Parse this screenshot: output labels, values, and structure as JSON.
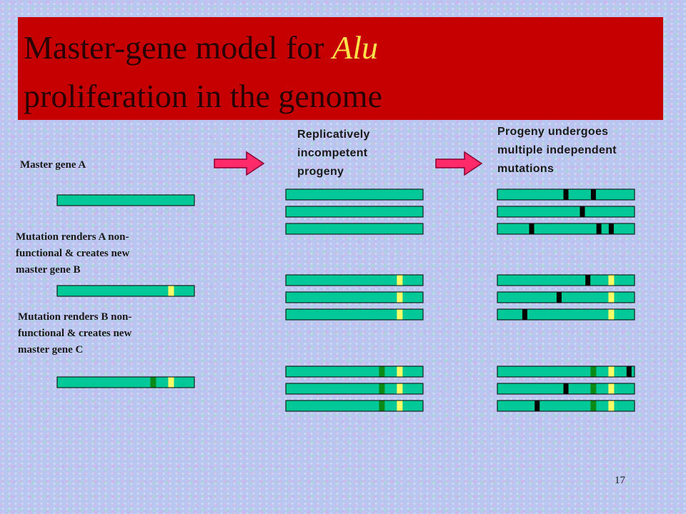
{
  "title": {
    "line1_prefix": "Master-gene model for ",
    "line1_italic": "Alu",
    "line2": "proliferation in the genome"
  },
  "labels": {
    "master_gene_a": "Master gene A",
    "mutation_b": [
      "Mutation renders A non-",
      "functional & creates new",
      "master gene B"
    ],
    "mutation_c": [
      "Mutation renders B non-",
      "functional & creates new",
      "master gene C"
    ],
    "col2_heading": [
      "Replicatively",
      "incompetent",
      "progeny"
    ],
    "col3_heading": [
      "Progeny undergoes",
      "multiple independent",
      "mutations"
    ]
  },
  "page_number": "17",
  "colors": {
    "gene": "#00c896",
    "gene_outline": "#000000",
    "mutation_b_marker": "#ffff66",
    "mutation_c_marker": "#0a8a18",
    "independent_mutation": "#000000",
    "title_background": "#c60000",
    "title_text": "#2a0000",
    "title_italic": "#ffe24a",
    "arrow": "#ff2a6a"
  },
  "legend_note": "marker kinds: B = master gene B mutation (yellow), C = master gene C mutation (green), X = independent mutation (black)",
  "genes": {
    "master": [
      {
        "name": "master-gene-a",
        "markers": []
      },
      {
        "name": "master-gene-b",
        "markers": [
          {
            "kind": "B",
            "pos": 0.83
          }
        ]
      },
      {
        "name": "master-gene-c",
        "markers": [
          {
            "kind": "C",
            "pos": 0.7
          },
          {
            "kind": "B",
            "pos": 0.83
          }
        ]
      }
    ],
    "progeny": [
      [
        {
          "markers": []
        },
        {
          "markers": []
        },
        {
          "markers": []
        }
      ],
      [
        {
          "markers": [
            {
              "kind": "B",
              "pos": 0.83
            }
          ]
        },
        {
          "markers": [
            {
              "kind": "B",
              "pos": 0.83
            }
          ]
        },
        {
          "markers": [
            {
              "kind": "B",
              "pos": 0.83
            }
          ]
        }
      ],
      [
        {
          "markers": [
            {
              "kind": "C",
              "pos": 0.7
            },
            {
              "kind": "B",
              "pos": 0.83
            }
          ]
        },
        {
          "markers": [
            {
              "kind": "C",
              "pos": 0.7
            },
            {
              "kind": "B",
              "pos": 0.83
            }
          ]
        },
        {
          "markers": [
            {
              "kind": "C",
              "pos": 0.7
            },
            {
              "kind": "B",
              "pos": 0.83
            }
          ]
        }
      ]
    ],
    "mutated": [
      [
        {
          "markers": [
            {
              "kind": "X",
              "pos": 0.5
            },
            {
              "kind": "X",
              "pos": 0.7
            }
          ]
        },
        {
          "markers": [
            {
              "kind": "X",
              "pos": 0.62
            }
          ]
        },
        {
          "markers": [
            {
              "kind": "X",
              "pos": 0.25
            },
            {
              "kind": "X",
              "pos": 0.74
            },
            {
              "kind": "X",
              "pos": 0.83
            }
          ]
        }
      ],
      [
        {
          "markers": [
            {
              "kind": "X",
              "pos": 0.66
            },
            {
              "kind": "B",
              "pos": 0.83
            }
          ]
        },
        {
          "markers": [
            {
              "kind": "X",
              "pos": 0.45
            },
            {
              "kind": "B",
              "pos": 0.83
            }
          ]
        },
        {
          "markers": [
            {
              "kind": "X",
              "pos": 0.2
            },
            {
              "kind": "B",
              "pos": 0.83
            }
          ]
        }
      ],
      [
        {
          "markers": [
            {
              "kind": "C",
              "pos": 0.7
            },
            {
              "kind": "B",
              "pos": 0.83
            },
            {
              "kind": "X",
              "pos": 0.96
            }
          ]
        },
        {
          "markers": [
            {
              "kind": "X",
              "pos": 0.5
            },
            {
              "kind": "C",
              "pos": 0.7
            },
            {
              "kind": "B",
              "pos": 0.83
            }
          ]
        },
        {
          "markers": [
            {
              "kind": "X",
              "pos": 0.29
            },
            {
              "kind": "C",
              "pos": 0.7
            },
            {
              "kind": "B",
              "pos": 0.83
            }
          ]
        }
      ]
    ]
  }
}
